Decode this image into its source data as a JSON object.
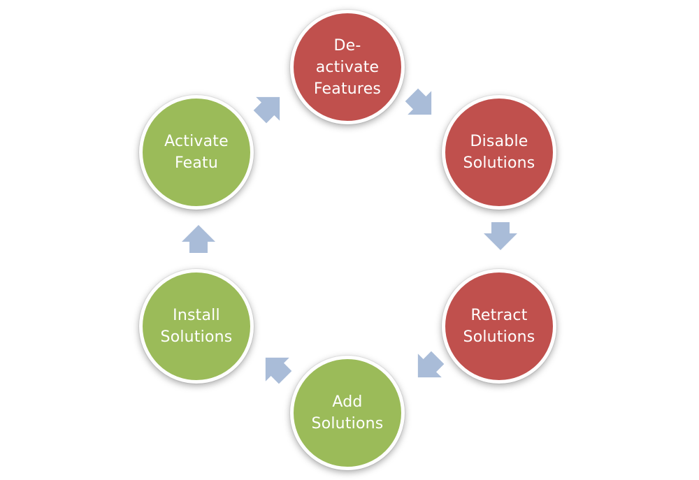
{
  "diagram": {
    "colors": {
      "red_node": "#c0504d",
      "green_node": "#9bbb59",
      "arrow": "#a9bcd8",
      "node_border": "#ffffff",
      "text": "#ffffff"
    },
    "nodes": [
      {
        "lines": [
          "De-",
          "activate",
          "Features"
        ],
        "color": "red"
      },
      {
        "lines": [
          "Disable",
          "Solutions"
        ],
        "color": "red"
      },
      {
        "lines": [
          "Retract",
          "Solutions"
        ],
        "color": "red"
      },
      {
        "lines": [
          "Add",
          "Solutions"
        ],
        "color": "green"
      },
      {
        "lines": [
          "Install",
          "Solutions"
        ],
        "color": "green"
      },
      {
        "lines": [
          "Activate",
          "Featu"
        ],
        "color": "green"
      }
    ],
    "arrows": [
      {
        "icon": "chevron-arrow-icon",
        "direction": "down-right"
      },
      {
        "icon": "chevron-arrow-icon",
        "direction": "down"
      },
      {
        "icon": "chevron-arrow-icon",
        "direction": "down-left"
      },
      {
        "icon": "chevron-arrow-icon",
        "direction": "up-left"
      },
      {
        "icon": "chevron-arrow-icon",
        "direction": "up"
      },
      {
        "icon": "chevron-arrow-icon",
        "direction": "up-right"
      }
    ]
  }
}
